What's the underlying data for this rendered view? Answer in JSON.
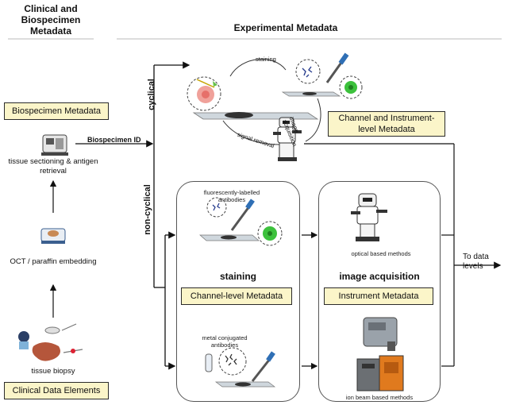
{
  "headers": {
    "clinical_biospecimen": "Clinical and Biospecimen Metadata",
    "experimental": "Experimental Metadata"
  },
  "metadata_boxes": {
    "biospecimen": "Biospecimen Metadata",
    "channel_instrument": "Channel and Instrument-level Metadata",
    "channel_level": "Channel-level Metadata",
    "instrument": "Instrument Metadata",
    "clinical_data": "Clinical Data Elements"
  },
  "workflow_steps": {
    "tissue_sectioning": "tissue sectioning & antigen retrieval",
    "oct_paraffin": "OCT / paraffin embedding",
    "tissue_biopsy": "tissue biopsy"
  },
  "branches": {
    "cyclical": "cyclical",
    "non_cyclical": "non-cyclical",
    "biospecimen_id": "Biospecimen ID"
  },
  "cycle_labels": {
    "staining": "staining",
    "image_acquisition": "image acquisition",
    "signal_removal": "signal removal"
  },
  "panels": {
    "staining_title": "staining",
    "image_acquisition_title": "image acquisition",
    "fluorescent_antibodies": "fluorescently-labelled antibodies",
    "metal_antibodies": "metal conjugated antibodies",
    "optical_methods": "optical based methods",
    "ion_beam_methods": "ion beam based methods"
  },
  "output": {
    "to_data_levels": "To data levels"
  }
}
